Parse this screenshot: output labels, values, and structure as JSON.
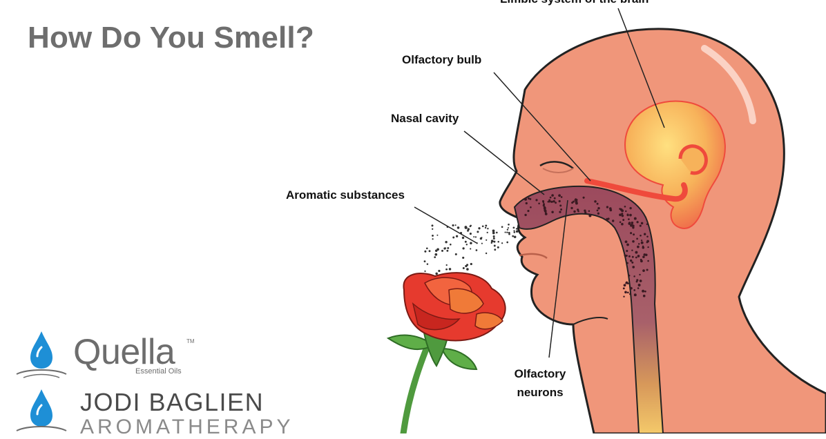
{
  "title": "How Do You Smell?",
  "labels": {
    "limbic": "Limbic system of the brain",
    "bulb": "Olfactory bulb",
    "nasal": "Nasal cavity",
    "aromatic": "Aromatic substances",
    "neurons": "Olfactory neurons"
  },
  "brands": {
    "quella_name": "Quella",
    "quella_tm": "TM",
    "quella_tagline": "Essential Oils",
    "jodi_name": "JODI BAGLIEN",
    "jodi_sub": "AROMATHERAPY"
  },
  "colors": {
    "skin": "#f0967a",
    "skin_outline": "#222222",
    "brain": "#f7b25a",
    "brain_red": "#ef4a3c",
    "cavity": "#9c4a5d",
    "rose": "#e63a2e",
    "stem": "#4f9a3e",
    "drop": "#1e8fd6",
    "title": "#6e6e6e"
  }
}
